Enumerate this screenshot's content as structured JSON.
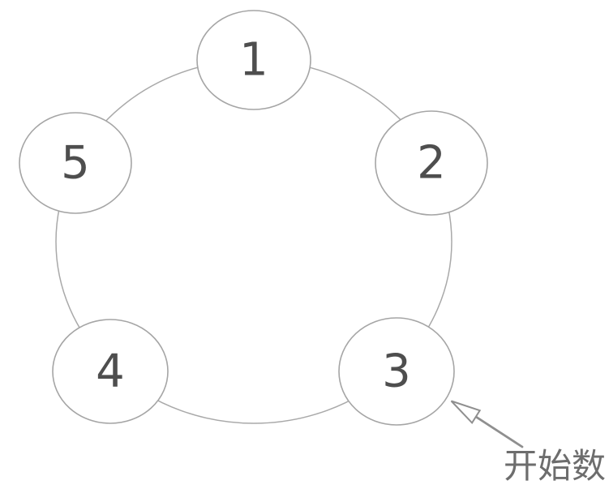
{
  "diagram": {
    "nodes": [
      {
        "label": "1"
      },
      {
        "label": "2"
      },
      {
        "label": "3"
      },
      {
        "label": "4"
      },
      {
        "label": "5"
      }
    ],
    "annotation": {
      "label": "开始数"
    }
  },
  "colors": {
    "background": "#ffffff",
    "node_fill": "#ffffff",
    "node_stroke": "#a5a5a5",
    "ring_stroke": "#a9a9a9",
    "number_text": "#4e4e4e",
    "arrow": "#8f8f8f",
    "arrowhead_fill": "#ffffff",
    "annotation_text": "#6d6d6d"
  }
}
